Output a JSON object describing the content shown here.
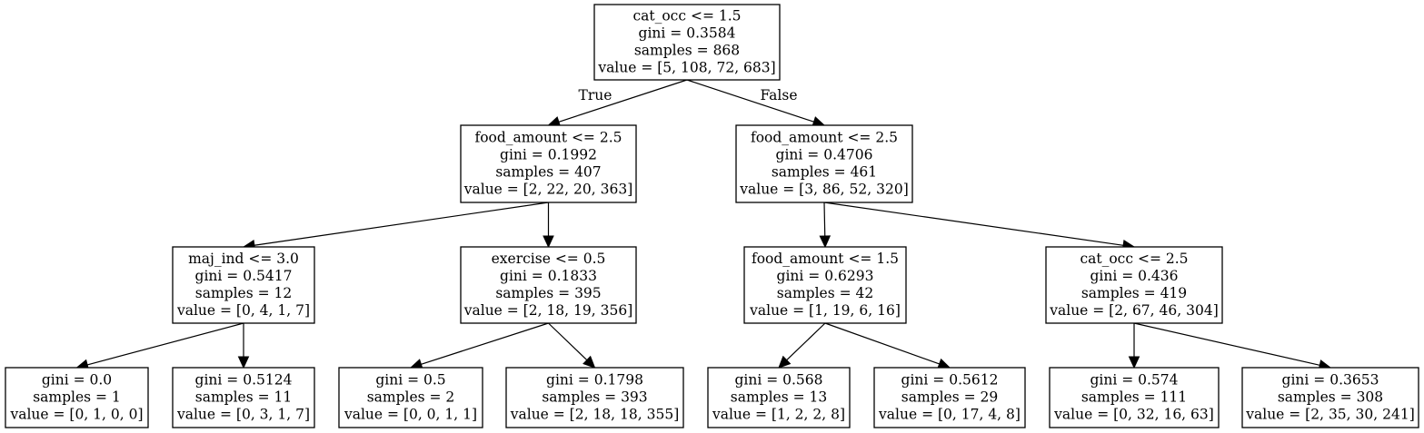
{
  "tree": {
    "nodes": {
      "root": [
        "cat_occ <= 1.5",
        "gini = 0.3584",
        "samples = 868",
        "value = [5, 108, 72, 683]"
      ],
      "l": [
        "food_amount <= 2.5",
        "gini = 0.1992",
        "samples = 407",
        "value = [2, 22, 20, 363]"
      ],
      "r": [
        "food_amount <= 2.5",
        "gini = 0.4706",
        "samples = 461",
        "value = [3, 86, 52, 320]"
      ],
      "ll": [
        "maj_ind <= 3.0",
        "gini = 0.5417",
        "samples = 12",
        "value = [0, 4, 1, 7]"
      ],
      "lr": [
        "exercise <= 0.5",
        "gini = 0.1833",
        "samples = 395",
        "value = [2, 18, 19, 356]"
      ],
      "rl": [
        "food_amount <= 1.5",
        "gini = 0.6293",
        "samples = 42",
        "value = [1, 19, 6, 16]"
      ],
      "rr": [
        "cat_occ <= 2.5",
        "gini = 0.436",
        "samples = 419",
        "value = [2, 67, 46, 304]"
      ],
      "lll": [
        "gini = 0.0",
        "samples = 1",
        "value = [0, 1, 0, 0]"
      ],
      "llr": [
        "gini = 0.5124",
        "samples = 11",
        "value = [0, 3, 1, 7]"
      ],
      "lrl": [
        "gini = 0.5",
        "samples = 2",
        "value = [0, 0, 1, 1]"
      ],
      "lrr": [
        "gini = 0.1798",
        "samples = 393",
        "value = [2, 18, 18, 355]"
      ],
      "rll": [
        "gini = 0.568",
        "samples = 13",
        "value = [1, 2, 2, 8]"
      ],
      "rlr": [
        "gini = 0.5612",
        "samples = 29",
        "value = [0, 17, 4, 8]"
      ],
      "rrl": [
        "gini = 0.574",
        "samples = 111",
        "value = [0, 32, 16, 63]"
      ],
      "rrr": [
        "gini = 0.3653",
        "samples = 308",
        "value = [2, 35, 30, 241]"
      ]
    },
    "edges": [
      {
        "from": "root",
        "to": "l",
        "label": "True"
      },
      {
        "from": "root",
        "to": "r",
        "label": "False"
      },
      {
        "from": "l",
        "to": "ll"
      },
      {
        "from": "l",
        "to": "lr"
      },
      {
        "from": "r",
        "to": "rl"
      },
      {
        "from": "r",
        "to": "rr"
      },
      {
        "from": "ll",
        "to": "lll"
      },
      {
        "from": "ll",
        "to": "llr"
      },
      {
        "from": "lr",
        "to": "lrl"
      },
      {
        "from": "lr",
        "to": "lrr"
      },
      {
        "from": "rl",
        "to": "rll"
      },
      {
        "from": "rl",
        "to": "rlr"
      },
      {
        "from": "rr",
        "to": "rrl"
      },
      {
        "from": "rr",
        "to": "rrr"
      }
    ]
  }
}
